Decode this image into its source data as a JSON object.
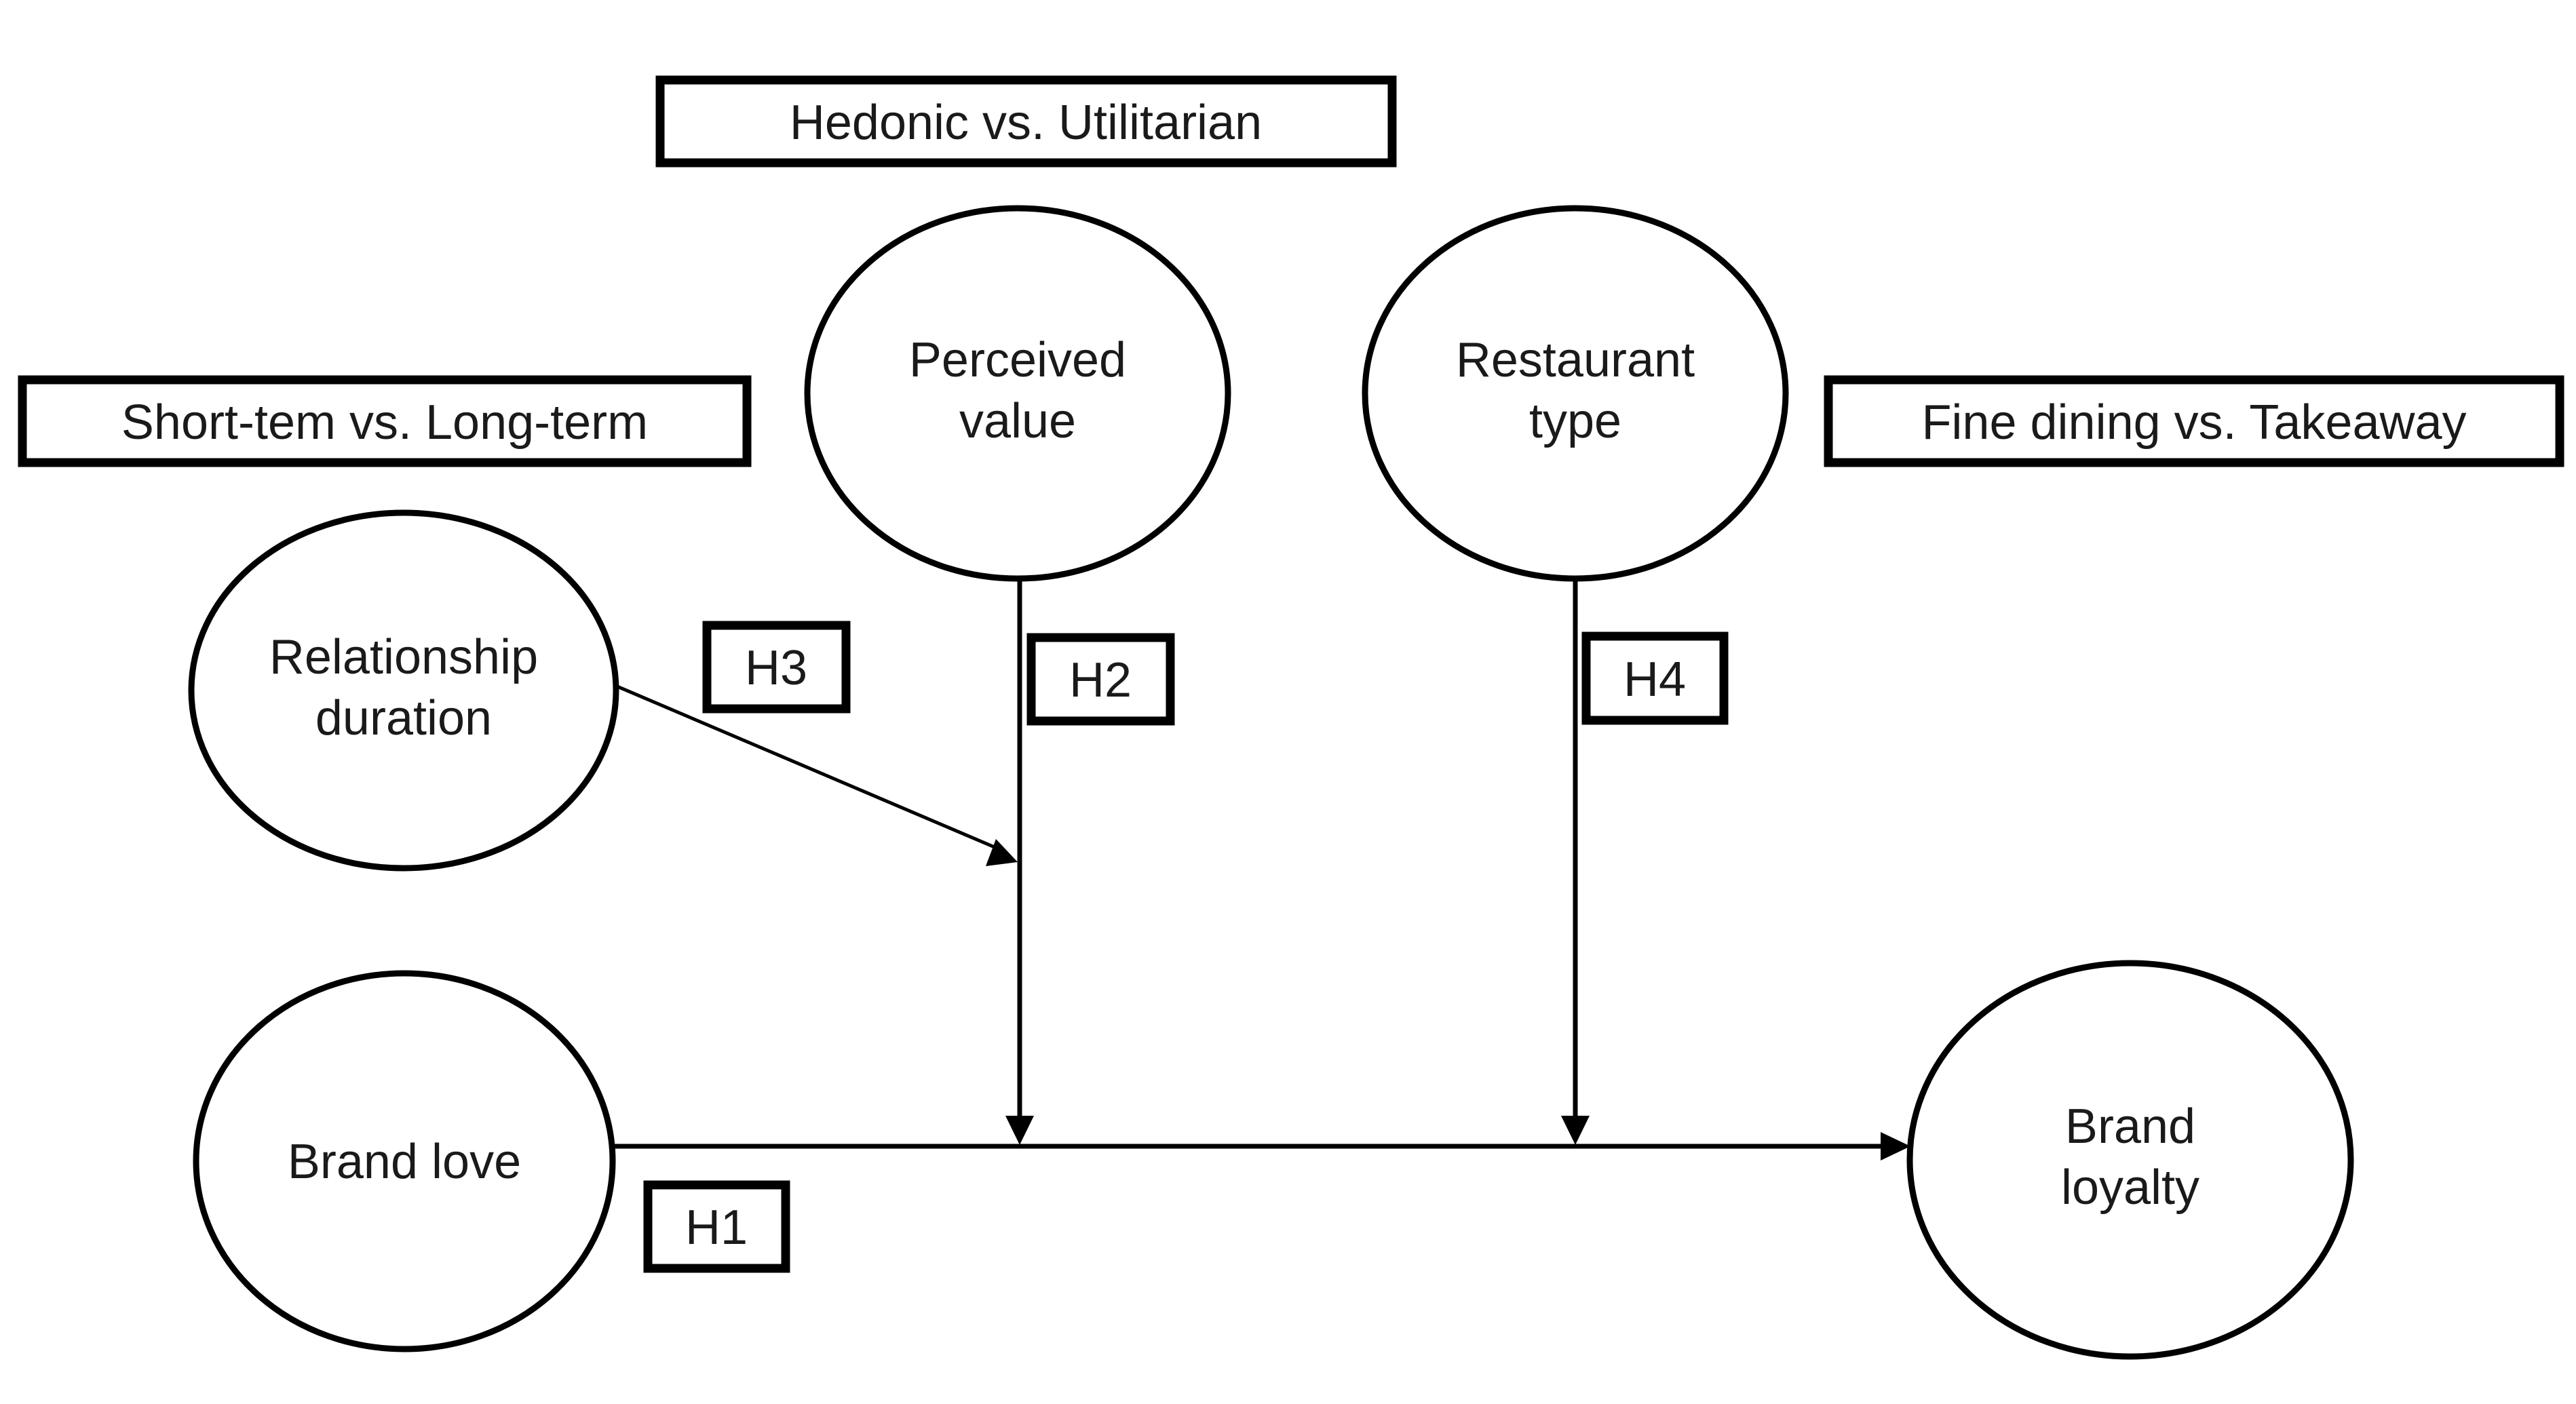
{
  "moderators": {
    "hedonic": {
      "label": "Hedonic vs. Utilitarian"
    },
    "short_long": {
      "label": "Short-tem vs. Long-term"
    },
    "fine_takeaway": {
      "label": "Fine dining vs. Takeaway"
    }
  },
  "constructs": {
    "perceived_value": {
      "lines": [
        "Perceived",
        "value"
      ]
    },
    "restaurant_type": {
      "lines": [
        "Restaurant",
        "type"
      ]
    },
    "relationship_duration": {
      "lines": [
        "Relationship",
        "duration"
      ]
    },
    "brand_love": {
      "lines": [
        "Brand love"
      ]
    },
    "brand_loyalty": {
      "lines": [
        "Brand",
        "loyalty"
      ]
    }
  },
  "hypotheses": {
    "h1": {
      "label": "H1"
    },
    "h2": {
      "label": "H2"
    },
    "h3": {
      "label": "H3"
    },
    "h4": {
      "label": "H4"
    }
  },
  "colors": {
    "background": "#ffffff",
    "stroke": "#000000",
    "text": "#1a1a1a"
  }
}
